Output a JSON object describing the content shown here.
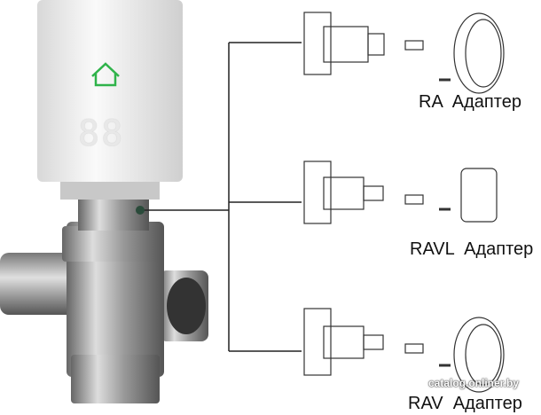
{
  "adapters": [
    {
      "label": "RA  Адаптер"
    },
    {
      "label": "RAVL  Адаптер"
    },
    {
      "label": "RAV  Адаптер"
    }
  ],
  "thermostat": {
    "display_digits": "88"
  },
  "watermark": "catalog.onliner.by",
  "colors": {
    "home_icon": "#2fb34a",
    "line": "#222222"
  }
}
